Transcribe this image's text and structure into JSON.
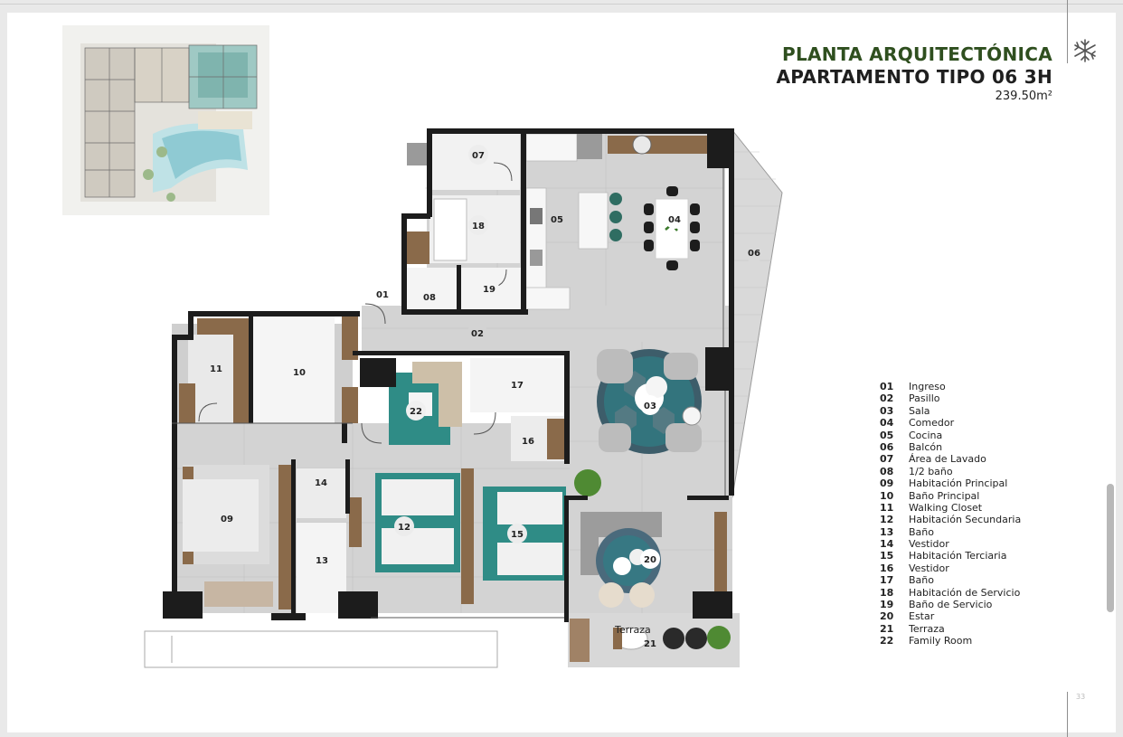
{
  "header": {
    "title_line1": "PLANTA ARQUITECTÓNICA",
    "title_line2": "APARTAMENTO TIPO 06 3H",
    "area": "239.50m²"
  },
  "page_number": "33",
  "icons": {
    "logo": "snowflake-logo-icon"
  },
  "colors": {
    "title_green": "#2f4f1f",
    "wall": "#1c1c1c",
    "floor": "#d4d4d4",
    "teal_rug": "#2f8c86",
    "wood": "#8a6a4a"
  },
  "plan": {
    "terrace_label": "Terraza",
    "room_numbers": [
      "01",
      "02",
      "03",
      "04",
      "05",
      "06",
      "07",
      "08",
      "09",
      "10",
      "11",
      "12",
      "13",
      "14",
      "15",
      "16",
      "17",
      "18",
      "19",
      "20",
      "21",
      "22"
    ]
  },
  "legend": [
    {
      "num": "01",
      "label": "Ingreso"
    },
    {
      "num": "02",
      "label": "Pasillo"
    },
    {
      "num": "03",
      "label": "Sala"
    },
    {
      "num": "04",
      "label": "Comedor"
    },
    {
      "num": "05",
      "label": "Cocina"
    },
    {
      "num": "06",
      "label": "Balcón"
    },
    {
      "num": "07",
      "label": "Área de Lavado"
    },
    {
      "num": "08",
      "label": "1/2 baño"
    },
    {
      "num": "09",
      "label": "Habitación Principal"
    },
    {
      "num": "10",
      "label": "Baño Principal"
    },
    {
      "num": "11",
      "label": "Walking Closet"
    },
    {
      "num": "12",
      "label": "Habitación Secundaria"
    },
    {
      "num": "13",
      "label": "Baño"
    },
    {
      "num": "14",
      "label": "Vestidor"
    },
    {
      "num": "15",
      "label": "Habitación Terciaria"
    },
    {
      "num": "16",
      "label": "Vestidor"
    },
    {
      "num": "17",
      "label": "Baño"
    },
    {
      "num": "18",
      "label": "Habitación de Servicio"
    },
    {
      "num": "19",
      "label": "Baño de Servicio"
    },
    {
      "num": "20",
      "label": "Estar"
    },
    {
      "num": "21",
      "label": "Terraza"
    },
    {
      "num": "22",
      "label": "Family Room"
    }
  ]
}
